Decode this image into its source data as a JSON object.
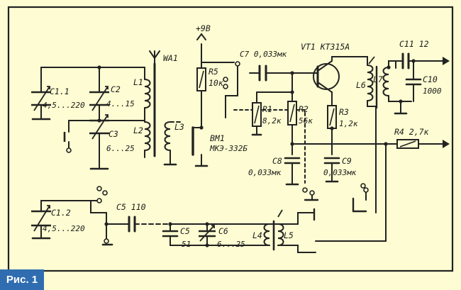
{
  "figure": {
    "caption": "Рис. 1"
  },
  "colors": {
    "background": "#fdfcd2",
    "wire": "#222222",
    "caption_bg": "#2f6db0"
  },
  "labels": {
    "c1_1_name": "C1.1",
    "c1_1_value": "4,5...220",
    "c2_name": "C2",
    "c2_value": "4...15",
    "c3_name": "C3",
    "c3_value": "6...25",
    "antenna": "WA1",
    "l1": "L1",
    "l2": "L2",
    "l3": "L3",
    "supply": "+9В",
    "r5_name": "R5",
    "r5_value": "10к",
    "c7": "C7 0,033мк",
    "bm1_name": "BM1",
    "bm1_value": "МКЭ-332Б",
    "vt1": "VT1 КТ315А",
    "r1_name": "R1",
    "r1_value": "8,2к",
    "r2_name": "R2",
    "r2_value": "56к",
    "r3_name": "R3",
    "r3_value": "1,2к",
    "l6": "L6",
    "c11": "C11 12",
    "l7": "L7",
    "c10_name": "C10",
    "c10_value": "1000",
    "r4": "R4 2,7к",
    "c8_name": "C8",
    "c8_value": "0,033мк",
    "c9_name": "C9",
    "c9_value": "0,033мк",
    "c1_2_name": "C1.2",
    "c1_2_value": "4,5...220",
    "c5_top": "C5 110",
    "c5_name": "C5",
    "c5_value": "51",
    "c6_name": "C6",
    "c6_value": "6...25",
    "l4": "L4",
    "l5": "L5"
  }
}
